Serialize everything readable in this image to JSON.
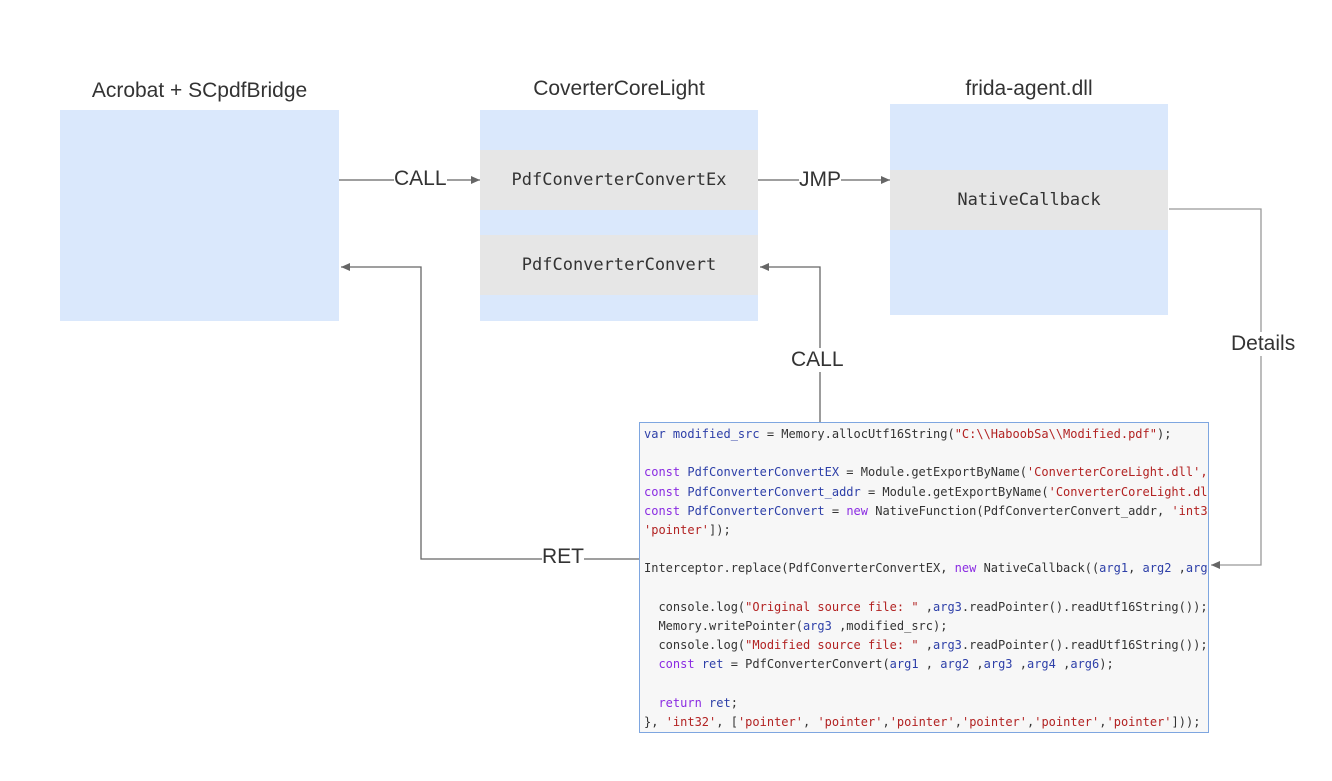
{
  "blocks": {
    "acrobat": {
      "title": "Acrobat + SCpdfBridge"
    },
    "core": {
      "title": "CoverterCoreLight",
      "fn1": "PdfConverterConvertEx",
      "fn2": "PdfConverterConvert"
    },
    "frida": {
      "title": "frida-agent.dll",
      "fn1": "NativeCallback"
    }
  },
  "edges": {
    "call1": "CALL",
    "jmp": "JMP",
    "call2": "CALL",
    "ret": "RET",
    "details": "Details"
  },
  "code": {
    "lines": [
      [
        [
          "v",
          "var "
        ],
        [
          "v",
          "modified_src"
        ],
        [
          "p",
          " = Memory.allocUtf16String("
        ],
        [
          "s",
          "\"C:\\\\HaboobSa\\\\Modified.pdf\""
        ],
        [
          "p",
          ");"
        ]
      ],
      [],
      [
        [
          "k",
          "const "
        ],
        [
          "v",
          "PdfConverterConvertEX"
        ],
        [
          "p",
          " = Module.getExportByName("
        ],
        [
          "s",
          "'ConverterCoreLight.dll',"
        ]
      ],
      [
        [
          "k",
          "const "
        ],
        [
          "v",
          "PdfConverterConvert_addr"
        ],
        [
          "p",
          " = Module.getExportByName("
        ],
        [
          "s",
          "'ConverterCoreLight.dl"
        ]
      ],
      [
        [
          "k",
          "const "
        ],
        [
          "v",
          "PdfConverterConvert"
        ],
        [
          "p",
          " = "
        ],
        [
          "k",
          "new "
        ],
        [
          "p",
          "NativeFunction(PdfConverterConvert_addr, "
        ],
        [
          "s",
          "'int3"
        ]
      ],
      [
        [
          "s",
          "'pointer'"
        ],
        [
          "p",
          "]);"
        ]
      ],
      [],
      [
        [
          "p",
          "Interceptor.replace(PdfConverterConvertEX, "
        ],
        [
          "k",
          "new "
        ],
        [
          "p",
          "NativeCallback(("
        ],
        [
          "v",
          "arg1"
        ],
        [
          "p",
          ", "
        ],
        [
          "v",
          "arg2"
        ],
        [
          "p",
          " ,"
        ],
        [
          "v",
          "arg"
        ]
      ],
      [],
      [
        [
          "p",
          "  console.log("
        ],
        [
          "s",
          "\"Original source file: \""
        ],
        [
          "p",
          " ,"
        ],
        [
          "v",
          "arg3"
        ],
        [
          "p",
          ".readPointer().readUtf16String());"
        ]
      ],
      [
        [
          "p",
          "  Memory.writePointer("
        ],
        [
          "v",
          "arg3"
        ],
        [
          "p",
          " ,modified_src);"
        ]
      ],
      [
        [
          "p",
          "  console.log("
        ],
        [
          "s",
          "\"Modified source file: \""
        ],
        [
          "p",
          " ,"
        ],
        [
          "v",
          "arg3"
        ],
        [
          "p",
          ".readPointer().readUtf16String());"
        ]
      ],
      [
        [
          "p",
          "  "
        ],
        [
          "k",
          "const "
        ],
        [
          "v",
          "ret"
        ],
        [
          "p",
          " = PdfConverterConvert("
        ],
        [
          "v",
          "arg1"
        ],
        [
          "p",
          " , "
        ],
        [
          "v",
          "arg2"
        ],
        [
          "p",
          " ,"
        ],
        [
          "v",
          "arg3"
        ],
        [
          "p",
          " ,"
        ],
        [
          "v",
          "arg4"
        ],
        [
          "p",
          " ,"
        ],
        [
          "v",
          "arg6"
        ],
        [
          "p",
          ");"
        ]
      ],
      [],
      [
        [
          "p",
          "  "
        ],
        [
          "k",
          "return "
        ],
        [
          "v",
          "ret"
        ],
        [
          "p",
          ";"
        ]
      ],
      [
        [
          "p",
          "}, "
        ],
        [
          "s",
          "'int32'"
        ],
        [
          "p",
          ", ["
        ],
        [
          "s",
          "'pointer'"
        ],
        [
          "p",
          ", "
        ],
        [
          "s",
          "'pointer'"
        ],
        [
          "p",
          ","
        ],
        [
          "s",
          "'pointer'"
        ],
        [
          "p",
          ","
        ],
        [
          "s",
          "'pointer'"
        ],
        [
          "p",
          ","
        ],
        [
          "s",
          "'pointer'"
        ],
        [
          "p",
          ","
        ],
        [
          "s",
          "'pointer'"
        ],
        [
          "p",
          "]));"
        ]
      ]
    ]
  },
  "colors": {
    "block_fill": "#dae8fc",
    "fn_fill": "#e6e6e6",
    "code_border": "#7ea6e0",
    "wire": "#666666"
  }
}
